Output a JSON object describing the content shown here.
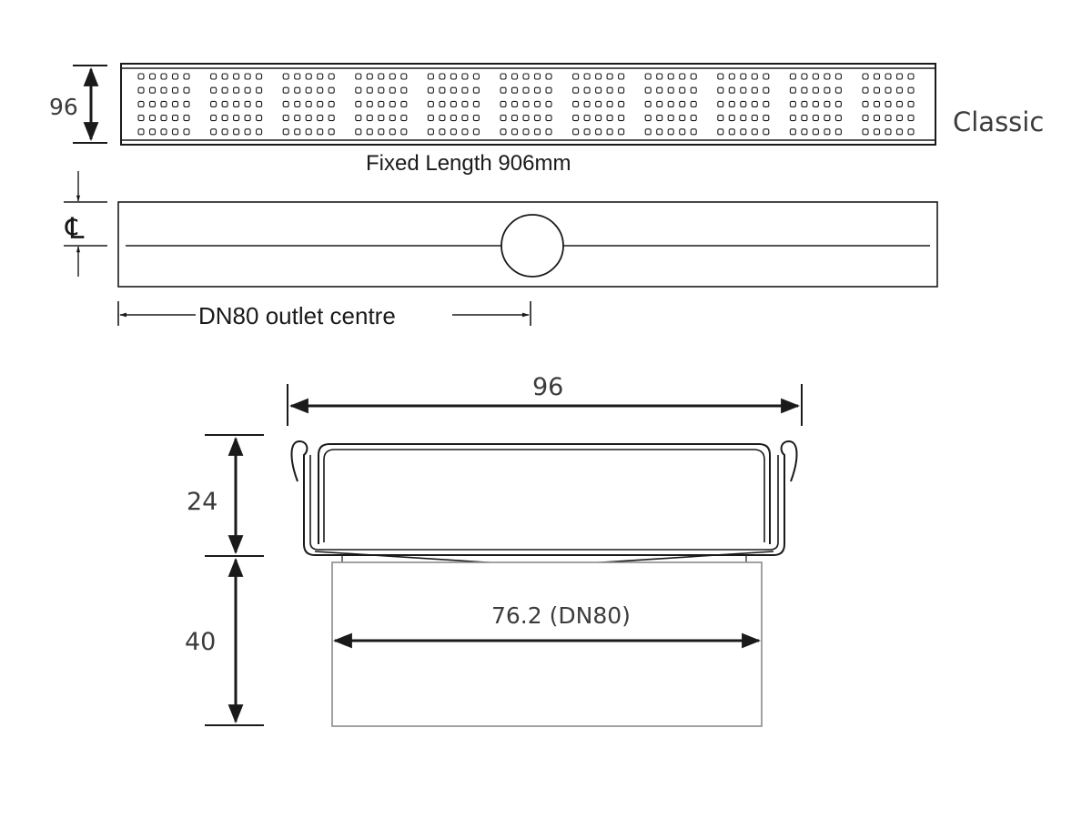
{
  "top_view": {
    "width_dim": "96",
    "variant_label": "Classic",
    "length_label": "Fixed Length 906mm",
    "hole_groups": 11,
    "hole_rows": 5,
    "holes_per_group_row": 5
  },
  "side_view": {
    "centreline_symbol": "℄",
    "outlet_dim_label": "DN80 outlet centre"
  },
  "section_view": {
    "width_dim": "96",
    "grate_height_dim": "24",
    "outlet_height_dim": "40",
    "outlet_diameter_dim": "76.2 (DN80)"
  }
}
